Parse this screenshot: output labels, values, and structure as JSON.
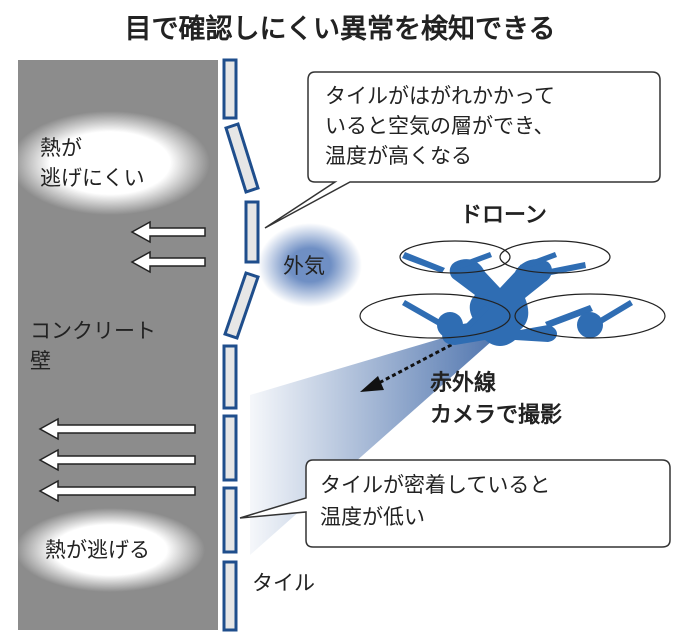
{
  "title": "目で確認しにくい異常を検知できる",
  "wall_label": [
    "コンクリート",
    "壁"
  ],
  "heat_hard": [
    "熱が",
    "逃げにくい"
  ],
  "heat_escapes": "熱が逃げる",
  "outside_air": "外気",
  "drone_label": "ドローン",
  "camera_label": [
    "赤外線",
    "カメラで撮影"
  ],
  "callout_top": [
    "タイルがはがれかかって",
    "いると空気の層ができ、",
    "温度が高くなる"
  ],
  "callout_bottom": [
    "タイルが密着していると",
    "温度が低い"
  ],
  "tile_label": "タイル",
  "colors": {
    "wall": "#8c8c8c",
    "tile_border": "#1f4e8c",
    "tile_fill": "#e6e6e6",
    "drone": "#2f6db3",
    "beam": "#4a6fa8"
  }
}
